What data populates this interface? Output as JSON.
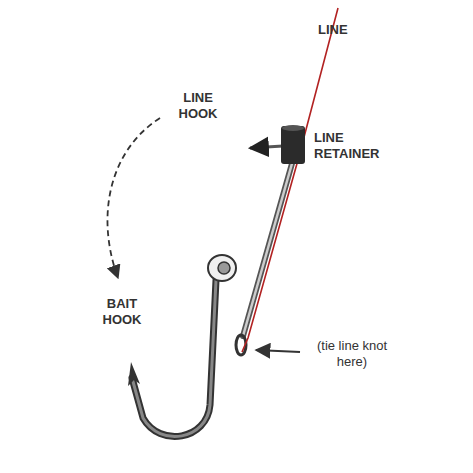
{
  "diagram": {
    "labels": [
      "LINE",
      "LINE HOOK",
      "LINE RETAINER",
      "BAIT HOOK",
      "(tie line knot here)"
    ]
  }
}
